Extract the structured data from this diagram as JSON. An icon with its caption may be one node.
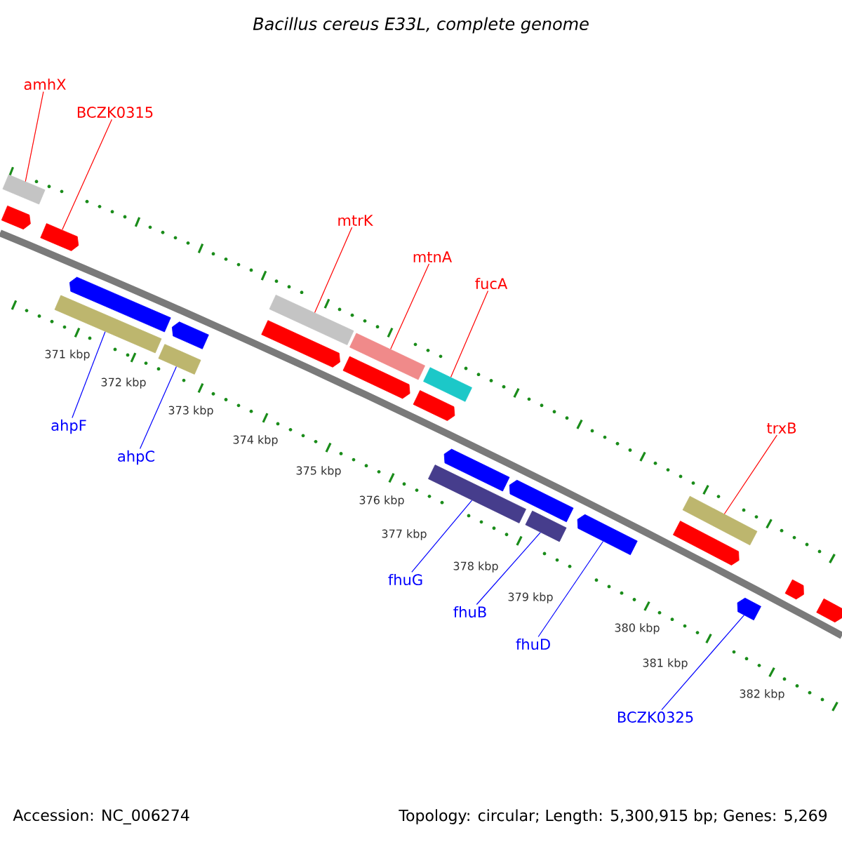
{
  "diagram": {
    "title": "Bacillus cereus E33L, complete genome",
    "nodes": [
      {
        "text": [
          "amhX"
        ]
      },
      {
        "text": [
          "BCZK0315"
        ]
      },
      {
        "text": [
          "mtrK"
        ]
      },
      {
        "text": [
          "mtnA"
        ]
      },
      {
        "text": [
          "fucA"
        ]
      },
      {
        "text": [
          "trxB"
        ]
      },
      {
        "text": [
          "ahpF"
        ]
      },
      {
        "text": [
          "ahpC"
        ]
      },
      {
        "text": [
          "fhuG"
        ]
      },
      {
        "text": [
          "fhuB"
        ]
      },
      {
        "text": [
          "fhuD"
        ]
      },
      {
        "text": [
          "BCZK0325"
        ]
      },
      {
        "text": [],
        "shape": "bar"
      },
      {
        "text": [],
        "shape": "pentagon"
      },
      {
        "text": [],
        "shape": "pentagon"
      },
      {
        "text": [],
        "shape": "pentagon"
      },
      {
        "text": [],
        "shape": "pentagon"
      },
      {
        "text": [],
        "shape": "bar"
      },
      {
        "text": [],
        "shape": "bar"
      },
      {
        "text": [],
        "shape": "bar"
      },
      {
        "text": [],
        "shape": "bar"
      },
      {
        "text": [],
        "shape": "bar"
      },
      {
        "text": [],
        "shape": "pentagon"
      },
      {
        "text": [],
        "shape": "pentagon"
      },
      {
        "text": [],
        "shape": "pentagon"
      },
      {
        "text": [],
        "shape": "pentagon"
      },
      {
        "text": [],
        "shape": "pentagon"
      },
      {
        "text": [],
        "shape": "pentagon"
      },
      {
        "text": [],
        "shape": "bar"
      },
      {
        "text": [],
        "shape": "bar"
      },
      {
        "text": [],
        "shape": "bar"
      },
      {
        "text": [],
        "shape": "pentagon"
      },
      {
        "text": [],
        "shape": "pentagon"
      },
      {
        "text": [],
        "shape": "pentagon"
      },
      {
        "text": [],
        "shape": "pentagon"
      }
    ],
    "edges": [
      {
        "from": 0,
        "to": 12,
        "arrow": "none"
      },
      {
        "from": 1,
        "to": 14,
        "arrow": "none"
      },
      {
        "from": 2,
        "to": 19,
        "arrow": "none"
      },
      {
        "from": 3,
        "to": 20,
        "arrow": "none"
      },
      {
        "from": 4,
        "to": 21,
        "arrow": "none"
      },
      {
        "from": 5,
        "to": 30,
        "arrow": "none"
      },
      {
        "from": 6,
        "to": 17,
        "arrow": "none",
        "color": "#0000ff"
      },
      {
        "from": 7,
        "to": 18,
        "arrow": "none",
        "color": "#0000ff"
      },
      {
        "from": 8,
        "to": 28,
        "arrow": "none",
        "color": "#0000ff"
      },
      {
        "from": 9,
        "to": 29,
        "arrow": "none",
        "color": "#0000ff"
      },
      {
        "from": 10,
        "to": 27,
        "arrow": "none",
        "color": "#0000ff"
      },
      {
        "from": 11,
        "to": 34,
        "arrow": "none",
        "color": "#0000ff"
      }
    ],
    "labels": [
      "371 kbp",
      "372 kbp",
      "373 kbp",
      "374 kbp",
      "375 kbp",
      "376 kbp",
      "377 kbp",
      "378 kbp",
      "379 kbp",
      "380 kbp",
      "381 kbp",
      "382 kbp",
      "Accession: NC_006274",
      "Topology: circular; Length: 5,300,915 bp; Genes: 5,269"
    ]
  }
}
